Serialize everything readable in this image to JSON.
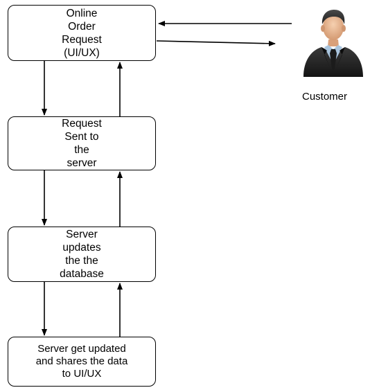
{
  "diagram": {
    "steps": [
      {
        "label": "Online\nOrder\nRequest\n(UI/UX)"
      },
      {
        "label": "Request\nSent to\nthe\nserver"
      },
      {
        "label": "Server\nupdates\nthe the\ndatabase"
      },
      {
        "label": "Server get updated\nand shares the data\nto UI/UX"
      }
    ],
    "actor": {
      "label": "Customer",
      "icon": "businessman-icon"
    },
    "colors": {
      "stroke": "#000000",
      "background": "#ffffff"
    }
  }
}
